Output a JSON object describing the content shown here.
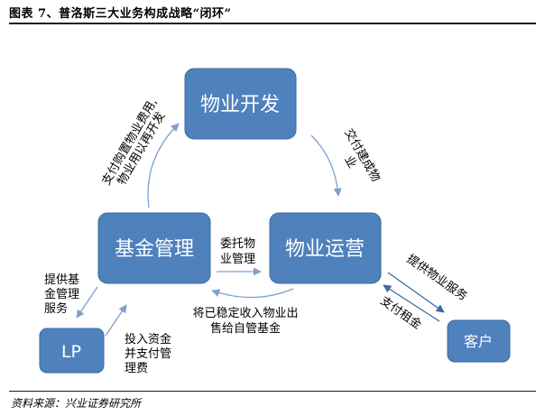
{
  "figure_title": "图表 7、普洛斯三大业务构成战略“闭环”",
  "source": "资料来源：兴业证券研究所",
  "nodes": {
    "property_dev": "物业开发",
    "fund_mgmt": "基金管理",
    "property_ops": "物业运营",
    "lp": "LP",
    "customer": "客户"
  },
  "edges": {
    "fund_to_dev_line1": "支付购置物业费用,",
    "fund_to_dev_line2": "物业用以再开发",
    "dev_to_ops_line1": "交付建成物",
    "dev_to_ops_line2": "业",
    "fund_to_ops_line1": "委托物",
    "fund_to_ops_line2": "业管理",
    "ops_to_fund_line1": "将已稳定收入物业出",
    "ops_to_fund_line2": "售给自管基金",
    "fund_to_lp_line1": "提供基",
    "fund_to_lp_line2": "金管理",
    "fund_to_lp_line3": "服务",
    "lp_to_fund_line1": "投入资金",
    "lp_to_fund_line2": "并支付管",
    "lp_to_fund_line3": "理费",
    "ops_to_customer": "提供物业服务",
    "customer_to_ops": "支付租金"
  },
  "colors": {
    "node_fill": "#4f81bd",
    "arrow": "#7f9fcf"
  }
}
